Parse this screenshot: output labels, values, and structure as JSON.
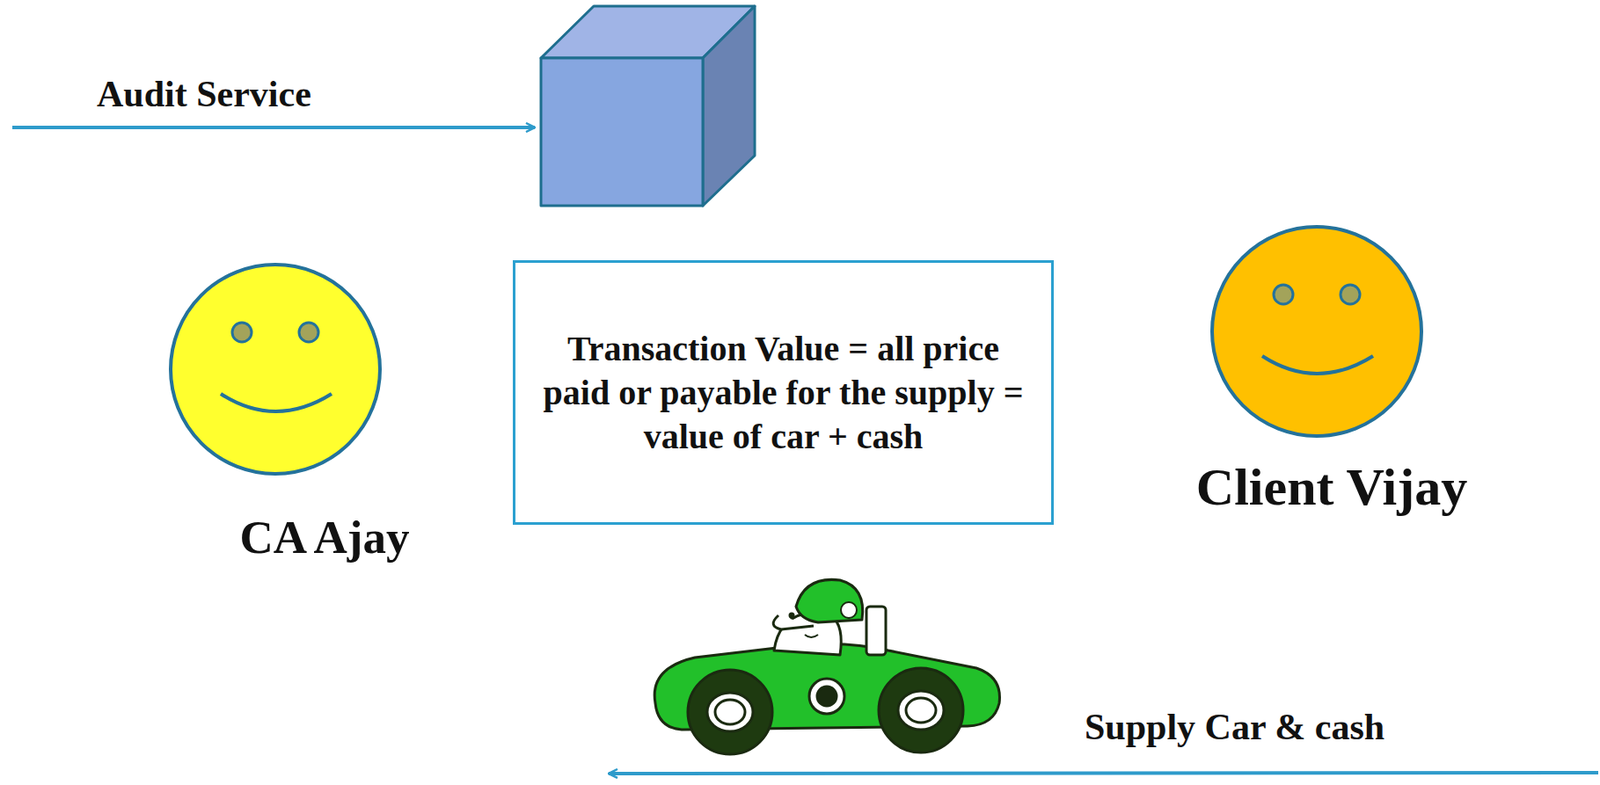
{
  "diagram": {
    "nodes": [
      {
        "text": [
          "CA Ajay"
        ]
      },
      {
        "text": [
          "Transaction Value = all price paid or payable for the supply = value of car + cash"
        ]
      },
      {
        "text": [
          "Client Vijay"
        ]
      }
    ],
    "labels": [
      "Audit Service",
      "Supply Car & cash"
    ]
  }
}
